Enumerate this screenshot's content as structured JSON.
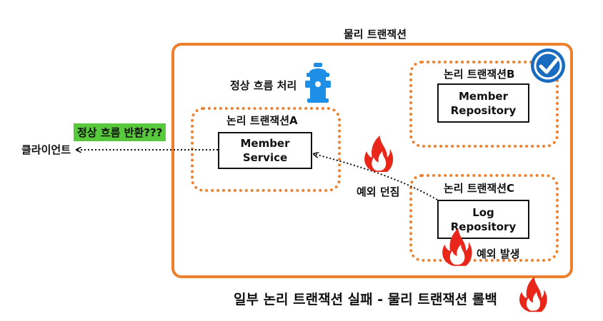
{
  "physical_tx_label": "물리 트랜잭션",
  "normal_flow_label": "정상 흐름 처리",
  "return_label": "정상 흐름 반환???",
  "client_label": "클라이언트",
  "exception_throw_label": "예외 던짐",
  "exception_occur_label": "예외 발생",
  "bottom_label": "일부 논리 트랜잭션 실패 - 물리 트랜잭션 롤백",
  "tx_a": {
    "label": "논리 트랜잭션A",
    "node_line1": "Member",
    "node_line2": "Service"
  },
  "tx_b": {
    "label": "논리 트랜잭션B",
    "node_line1": "Member",
    "node_line2": "Repository"
  },
  "tx_c": {
    "label": "논리 트랜잭션C",
    "node_line1": "Log",
    "node_line2": "Repository"
  },
  "colors": {
    "orange": "#ee7f2d",
    "fire_red": "#e8271a",
    "hydrant_blue": "#1e8fe6",
    "check_blue": "#1a6cc1",
    "green": "#58c83c"
  },
  "icons": {
    "hydrant": "fire-hydrant-icon",
    "check": "check-circle-icon",
    "fire": "fire-icon"
  }
}
